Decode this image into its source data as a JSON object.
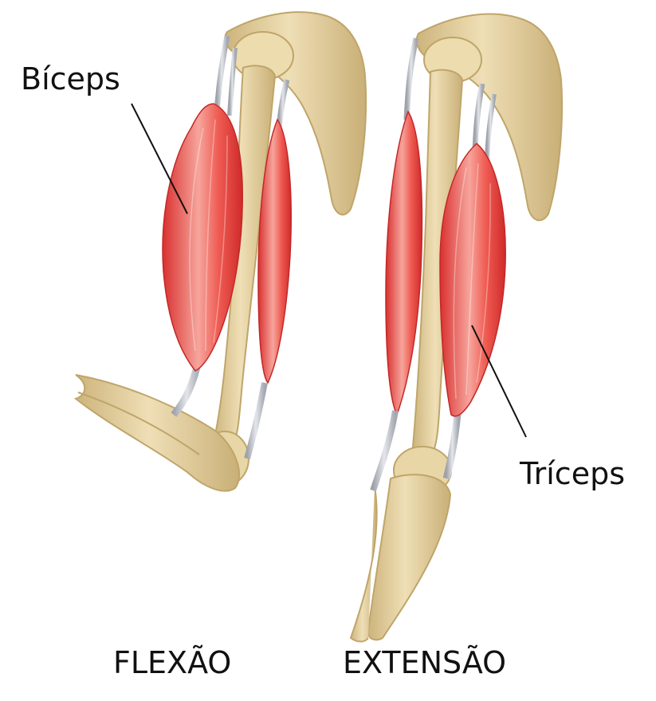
{
  "labels": {
    "biceps": "Bíceps",
    "triceps": "Tríceps"
  },
  "captions": {
    "flexion": "FLEXÃO",
    "extension": "EXTENSÃO"
  },
  "colors": {
    "bone": "#e6d3a4",
    "bone_shadow": "#c7ae73",
    "muscle": "#e63a3a",
    "muscle_light": "#f7a6a0",
    "tendon": "#b9bcc4",
    "text": "#111111"
  }
}
